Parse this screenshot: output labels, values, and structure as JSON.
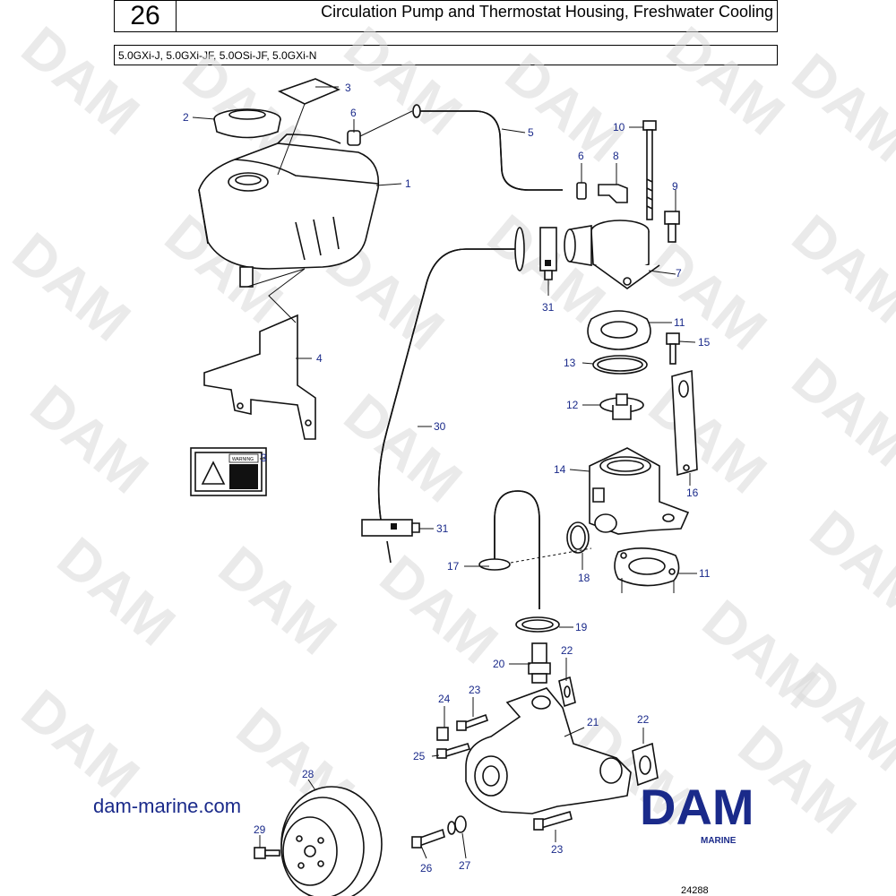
{
  "header": {
    "page_number": "26",
    "title": "Circulation Pump and Thermostat Housing, Freshwater Cooling",
    "models": "5.0GXi-J, 5.0GXi-JF, 5.0OSi-JF, 5.0GXi-N"
  },
  "callouts": {
    "c1": "1",
    "c2": "2",
    "c3a": "3",
    "c3b": "3",
    "c4": "4",
    "c5": "5",
    "c6a": "6",
    "c6b": "6",
    "c7": "7",
    "c8": "8",
    "c9": "9",
    "c10": "10",
    "c11a": "11",
    "c11b": "11",
    "c12": "12",
    "c13": "13",
    "c14": "14",
    "c15": "15",
    "c16": "16",
    "c17": "17",
    "c18": "18",
    "c19": "19",
    "c20": "20",
    "c21": "21",
    "c22a": "22",
    "c22b": "22",
    "c23a": "23",
    "c23b": "23",
    "c24": "24",
    "c25": "25",
    "c26": "26",
    "c27": "27",
    "c28": "28",
    "c29": "29",
    "c30": "30",
    "c31a": "31",
    "c31b": "31"
  },
  "warning_label": "WARNING",
  "watermark": "DAM",
  "brand": {
    "logo": "DAM",
    "sub": "MARINE",
    "website": "dam-marine.com"
  },
  "drawing_id": "24288",
  "colors": {
    "callout": "#1a2a8a",
    "brand": "#1a2a8a",
    "watermark": "#d9d9d9"
  }
}
